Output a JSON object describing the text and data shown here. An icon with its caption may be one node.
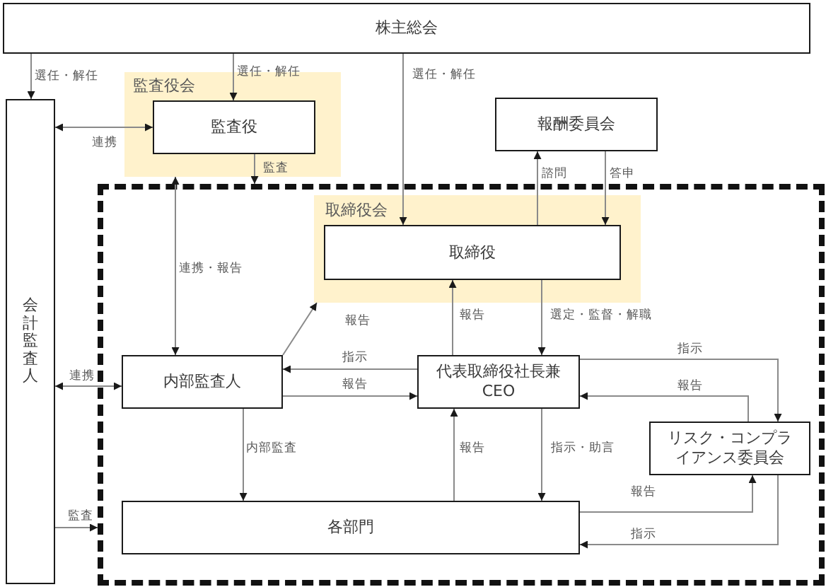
{
  "diagram": {
    "nodes": [
      {
        "text": [
          "株主総会"
        ]
      },
      {
        "text": [
          "監査役会"
        ]
      },
      {
        "text": [
          "監査役"
        ],
        "in": 1
      },
      {
        "text": [
          "報酬委員会"
        ]
      },
      {
        "text": [
          "会計監査人"
        ]
      },
      {
        "text": [],
        "shape": "box"
      },
      {
        "text": [
          "取締役会"
        ],
        "in": 5
      },
      {
        "text": [
          "取締役"
        ],
        "in": 6
      },
      {
        "text": [
          "内部監査人"
        ],
        "in": 5
      },
      {
        "text": [
          "代表取締役社長兼CEO"
        ],
        "in": 5
      },
      {
        "text": [
          "リスク・コンプライアンス委員会"
        ],
        "in": 5
      },
      {
        "text": [
          "各部門"
        ],
        "in": 5
      }
    ],
    "edges": [
      {
        "from": 0,
        "to": 4,
        "arrow": "to",
        "label": "選任・解任"
      },
      {
        "from": 0,
        "to": 2,
        "arrow": "to",
        "label": "選任・解任"
      },
      {
        "from": 0,
        "to": 7,
        "arrow": "to",
        "label": "選任・解任"
      },
      {
        "from": 4,
        "to": 2,
        "arrow": "both",
        "label": "連携"
      },
      {
        "from": 2,
        "to": 5,
        "arrow": "to",
        "label": "監査"
      },
      {
        "from": 4,
        "to": 5,
        "arrow": "to",
        "label": "監査"
      },
      {
        "from": 4,
        "to": 8,
        "arrow": "both",
        "label": "連携"
      },
      {
        "from": 8,
        "to": 1,
        "arrow": "both",
        "label": "連携・報告"
      },
      {
        "from": 8,
        "to": 6,
        "arrow": "to",
        "label": "報告"
      },
      {
        "from": 9,
        "to": 8,
        "arrow": "to",
        "label": "指示"
      },
      {
        "from": 8,
        "to": 9,
        "arrow": "to",
        "label": "報告"
      },
      {
        "from": 9,
        "to": 7,
        "arrow": "to",
        "label": "報告"
      },
      {
        "from": 7,
        "to": 9,
        "arrow": "to",
        "label": "選定・監督・解職"
      },
      {
        "from": 7,
        "to": 3,
        "arrow": "to",
        "label": "諮問"
      },
      {
        "from": 3,
        "to": 7,
        "arrow": "to",
        "label": "答申"
      },
      {
        "from": 8,
        "to": 11,
        "arrow": "to",
        "label": "内部監査"
      },
      {
        "from": 11,
        "to": 9,
        "arrow": "to",
        "label": "報告"
      },
      {
        "from": 9,
        "to": 11,
        "arrow": "to",
        "label": "指示・助言"
      },
      {
        "from": 9,
        "to": 10,
        "arrow": "to",
        "label": "指示"
      },
      {
        "from": 10,
        "to": 9,
        "arrow": "to",
        "label": "報告"
      },
      {
        "from": 11,
        "to": 10,
        "arrow": "to",
        "label": "報告"
      },
      {
        "from": 10,
        "to": 11,
        "arrow": "to",
        "label": "指示"
      }
    ]
  }
}
